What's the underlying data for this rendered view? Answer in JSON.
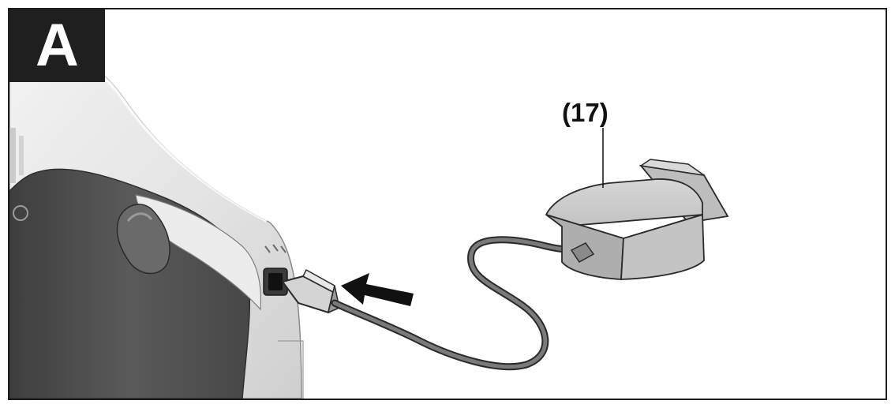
{
  "figure": {
    "panel_letter": "A",
    "callouts": [
      {
        "label": "(17)",
        "target": "charger-adapter"
      }
    ],
    "colors": {
      "frame": "#1e1e1e",
      "panel_fill": "#1f1f1f",
      "grip_dark": "#505050",
      "housing_light": "#e6e6e6",
      "adapter_gray": "#c4c4c4",
      "cable_gray": "#5a5a5a",
      "arrow_black": "#111111"
    }
  }
}
